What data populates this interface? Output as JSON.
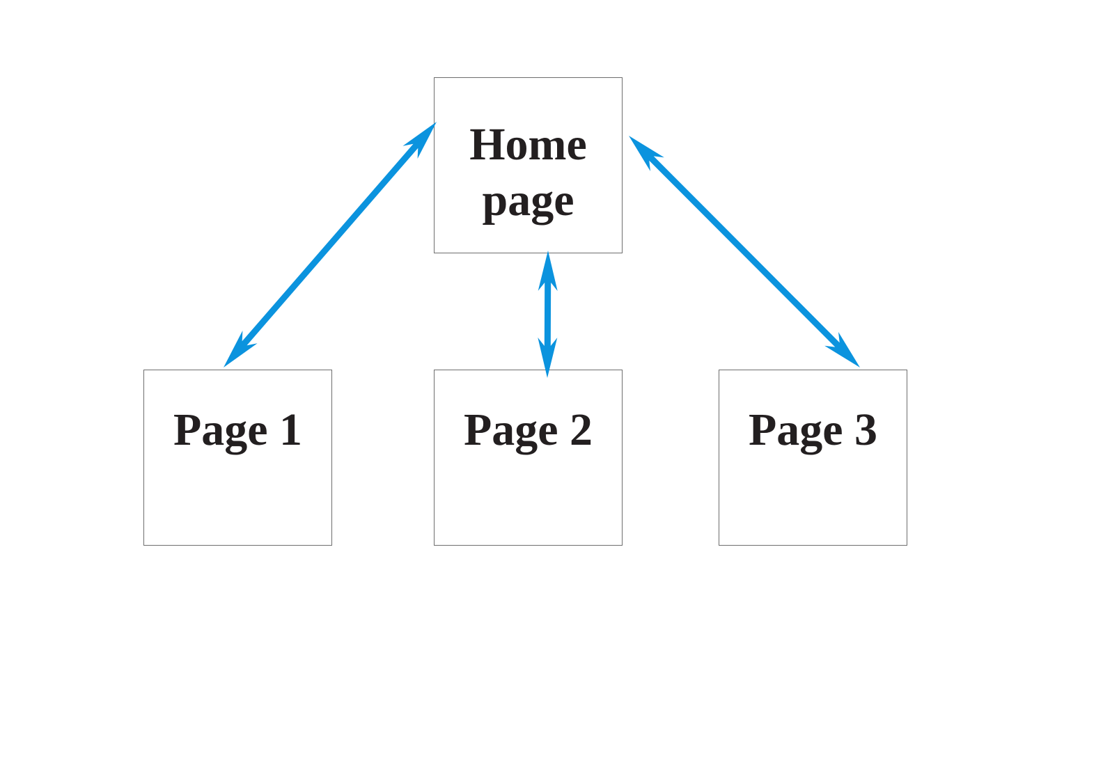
{
  "diagram": {
    "nodes": {
      "home": "Home\npage",
      "page1": "Page 1",
      "page2": "Page 2",
      "page3": "Page 3"
    },
    "edges": [
      {
        "from": "home",
        "to": "page1",
        "bidirectional": true
      },
      {
        "from": "home",
        "to": "page2",
        "bidirectional": true
      },
      {
        "from": "home",
        "to": "page3",
        "bidirectional": true
      }
    ],
    "colors": {
      "arrow": "#0b93de",
      "box_border": "#6d6d6d",
      "text": "#231f20"
    }
  }
}
